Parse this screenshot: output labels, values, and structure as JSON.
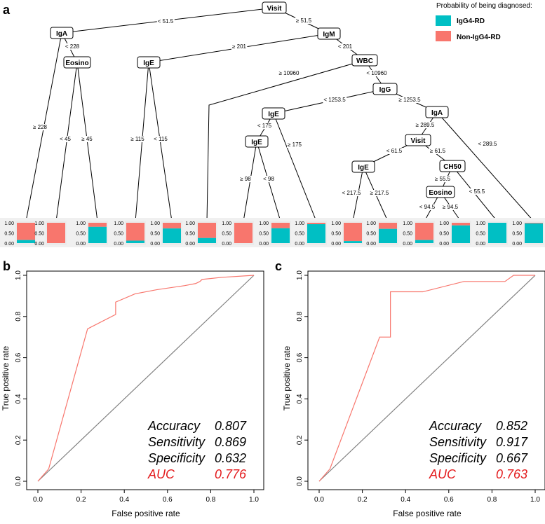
{
  "colors": {
    "igg4": "#00BFC4",
    "non": "#F8766D",
    "panel": "#EBEBEB",
    "roc": "#F8766D",
    "diag": "#808080",
    "auc": "#E31A1C"
  },
  "legend": {
    "title": "Probability of being diagnosed:",
    "items": [
      "IgG4-RD",
      "Non-IgG4-RD"
    ]
  },
  "panel_labels": [
    "a",
    "b",
    "c"
  ],
  "tree": {
    "nodes": [
      {
        "id": "visit1",
        "label": "Visit"
      },
      {
        "id": "iga",
        "label": "IgA"
      },
      {
        "id": "igm",
        "label": "IgM"
      },
      {
        "id": "eosino1",
        "label": "Eosino"
      },
      {
        "id": "ige1",
        "label": "IgE"
      },
      {
        "id": "wbc",
        "label": "WBC"
      },
      {
        "id": "igg",
        "label": "IgG"
      },
      {
        "id": "ige2",
        "label": "IgE"
      },
      {
        "id": "iga2",
        "label": "IgA"
      },
      {
        "id": "ige3",
        "label": "IgE"
      },
      {
        "id": "visit2",
        "label": "Visit"
      },
      {
        "id": "ige4",
        "label": "IgE"
      },
      {
        "id": "ch50",
        "label": "CH50"
      },
      {
        "id": "eosino2",
        "label": "Eosino"
      }
    ],
    "edge_labels": [
      "< 51.5",
      "≥ 51.5",
      "< 228",
      "≥ 228",
      "≥ 201",
      "< 201",
      "< 45",
      "≥ 45",
      "≥ 115",
      "< 115",
      "≥ 10960",
      "< 10960",
      "< 1253.5",
      "≥ 1253.5",
      "< 175",
      "≥ 175",
      "≥ 289.5",
      "< 289.5",
      "≥ 98",
      "< 98",
      "< 61.5",
      "≥ 61.5",
      "≥ 55.5",
      "< 55.5",
      "< 217.5",
      "≥ 217.5",
      "< 94.5",
      "≥ 94.5"
    ],
    "leaf_ticks": [
      "1.00",
      "0.50",
      "0.00"
    ],
    "leaves_igg4_fraction": [
      0.15,
      0.0,
      0.8,
      0.12,
      0.72,
      0.25,
      0.0,
      0.73,
      0.93,
      0.1,
      0.7,
      0.15,
      0.87,
      1.0,
      0.97
    ]
  },
  "chart_data": [
    {
      "type": "line",
      "panel": "b",
      "xlabel": "False positive rate",
      "ylabel": "True positive rate",
      "xlim": [
        0,
        1
      ],
      "ylim": [
        0,
        1
      ],
      "x_ticks": [
        "0.0",
        "0.2",
        "0.4",
        "0.6",
        "0.8",
        "1.0"
      ],
      "y_ticks": [
        "0.0",
        "0.2",
        "0.4",
        "0.6",
        "0.8",
        "1.0"
      ],
      "roc": {
        "x": [
          0,
          0.05,
          0.23,
          0.36,
          0.36,
          0.45,
          0.55,
          0.68,
          0.73,
          0.75,
          0.76,
          0.85,
          1.0
        ],
        "y": [
          0,
          0.06,
          0.74,
          0.81,
          0.87,
          0.91,
          0.93,
          0.95,
          0.96,
          0.97,
          0.98,
          0.99,
          1.0
        ]
      },
      "diagonal": {
        "x": [
          0,
          1
        ],
        "y": [
          0,
          1
        ]
      },
      "metrics": [
        {
          "name": "Accuracy",
          "value": "0.807"
        },
        {
          "name": "Sensitivity",
          "value": "0.869"
        },
        {
          "name": "Specificity",
          "value": "0.632"
        },
        {
          "name": "AUC",
          "value": "0.776"
        }
      ]
    },
    {
      "type": "line",
      "panel": "c",
      "xlabel": "False positive rate",
      "ylabel": "True positive rate",
      "xlim": [
        0,
        1
      ],
      "ylim": [
        0,
        1
      ],
      "x_ticks": [
        "0.0",
        "0.2",
        "0.4",
        "0.6",
        "0.8",
        "1.0"
      ],
      "y_ticks": [
        "0.0",
        "0.2",
        "0.4",
        "0.6",
        "0.8",
        "1.0"
      ],
      "roc": {
        "x": [
          0,
          0.05,
          0.28,
          0.28,
          0.33,
          0.33,
          0.48,
          0.67,
          0.86,
          0.9,
          1.0
        ],
        "y": [
          0,
          0.06,
          0.7,
          0.7,
          0.7,
          0.92,
          0.92,
          0.97,
          0.97,
          1.0,
          1.0
        ]
      },
      "diagonal": {
        "x": [
          0,
          1
        ],
        "y": [
          0,
          1
        ]
      },
      "metrics": [
        {
          "name": "Accuracy",
          "value": "0.852"
        },
        {
          "name": "Sensitivity",
          "value": "0.917"
        },
        {
          "name": "Specificity",
          "value": "0.667"
        },
        {
          "name": "AUC",
          "value": "0.763"
        }
      ]
    }
  ]
}
